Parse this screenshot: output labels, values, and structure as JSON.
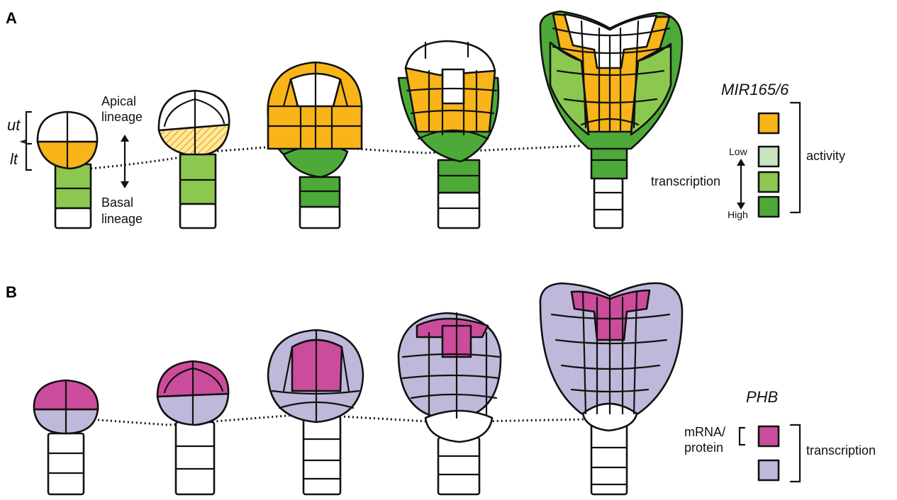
{
  "panels": [
    {
      "label": "A"
    },
    {
      "label": "B"
    }
  ],
  "panel_a": {
    "gene": "MIR165/6",
    "ut_label": "ut",
    "lt_label": "lt",
    "apical_line1": "Apical",
    "apical_line2": "lineage",
    "basal_line1": "Basal",
    "basal_line2": "lineage",
    "legend": {
      "activity_label": "activity",
      "transcription_label": "transcription",
      "low_label": "Low",
      "high_label": "High"
    }
  },
  "panel_b": {
    "gene": "PHB",
    "legend": {
      "mrna_line1": "mRNA/",
      "mrna_line2": "protein",
      "transcription_label": "transcription"
    }
  },
  "colors": {
    "orange": "#F8B418",
    "green_light": "#C8E4C0",
    "green_mid": "#8CC850",
    "green_dark": "#4EAA38",
    "magenta": "#CC4C9C",
    "lavender": "#C0B8DA",
    "white": "#FFFFFF"
  }
}
